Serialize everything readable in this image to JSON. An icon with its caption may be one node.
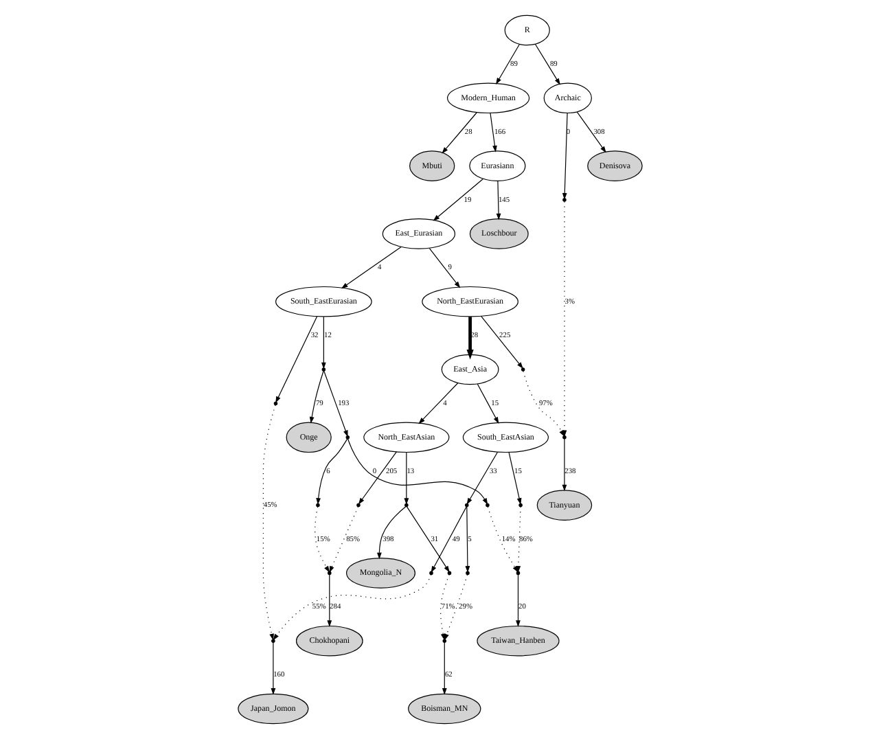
{
  "diagram": {
    "nodes": [
      {
        "text": [
          "R"
        ]
      },
      {
        "text": [
          "Modern_Human"
        ]
      },
      {
        "text": [
          "Archaic"
        ]
      },
      {
        "text": [
          "Mbuti"
        ]
      },
      {
        "text": [
          "Eurasiann"
        ]
      },
      {
        "text": [
          "Denisova"
        ]
      },
      {
        "text": [
          "East_Eurasian"
        ]
      },
      {
        "text": [
          "Loschbour"
        ]
      },
      {
        "text": [],
        "shape": "dot"
      },
      {
        "text": [
          "South_EastEurasian"
        ]
      },
      {
        "text": [
          "North_EastEurasian"
        ]
      },
      {
        "text": [],
        "shape": "dot"
      },
      {
        "text": [
          "East_Asia"
        ]
      },
      {
        "text": [],
        "shape": "dot"
      },
      {
        "text": [],
        "shape": "dot"
      },
      {
        "text": [
          "Onge"
        ]
      },
      {
        "text": [],
        "shape": "dot"
      },
      {
        "text": [
          "North_EastAsian"
        ]
      },
      {
        "text": [
          "South_EastAsian"
        ]
      },
      {
        "text": [],
        "shape": "dot"
      },
      {
        "text": [
          "Tianyuan"
        ]
      },
      {
        "text": [],
        "shape": "dot"
      },
      {
        "text": [],
        "shape": "dot"
      },
      {
        "text": [],
        "shape": "dot"
      },
      {
        "text": [],
        "shape": "dot"
      },
      {
        "text": [],
        "shape": "dot"
      },
      {
        "text": [],
        "shape": "dot"
      },
      {
        "text": [],
        "shape": "dot"
      },
      {
        "text": [
          "Mongolia_N"
        ]
      },
      {
        "text": [],
        "shape": "dot"
      },
      {
        "text": [],
        "shape": "dot"
      },
      {
        "text": [],
        "shape": "dot"
      },
      {
        "text": [],
        "shape": "dot"
      },
      {
        "text": [],
        "shape": "dot"
      },
      {
        "text": [
          "Chokhopani"
        ]
      },
      {
        "text": [],
        "shape": "dot"
      },
      {
        "text": [
          "Taiwan_Hanben"
        ]
      },
      {
        "text": [
          "Japan_Jomon"
        ]
      },
      {
        "text": [
          "Boisman_MN"
        ]
      }
    ],
    "edges": [
      {
        "from": 0,
        "to": 1,
        "arrow": "to",
        "label": "89"
      },
      {
        "from": 0,
        "to": 2,
        "arrow": "to",
        "label": "89"
      },
      {
        "from": 1,
        "to": 3,
        "arrow": "to",
        "label": "28"
      },
      {
        "from": 1,
        "to": 4,
        "arrow": "to",
        "label": "166"
      },
      {
        "from": 2,
        "to": 5,
        "arrow": "to",
        "label": "308"
      },
      {
        "from": 2,
        "to": 8,
        "arrow": "to",
        "label": "0"
      },
      {
        "from": 4,
        "to": 6,
        "arrow": "to",
        "label": "19"
      },
      {
        "from": 4,
        "to": 7,
        "arrow": "to",
        "label": "145"
      },
      {
        "from": 6,
        "to": 9,
        "arrow": "to",
        "label": "4"
      },
      {
        "from": 6,
        "to": 10,
        "arrow": "to",
        "label": "9"
      },
      {
        "from": 8,
        "to": 19,
        "arrow": "to",
        "label": "3%",
        "style": "dashed"
      },
      {
        "from": 9,
        "to": 14,
        "arrow": "to",
        "label": "32"
      },
      {
        "from": 9,
        "to": 11,
        "arrow": "to",
        "label": "12"
      },
      {
        "from": 10,
        "to": 12,
        "arrow": "to",
        "label": "28",
        "style": "thick"
      },
      {
        "from": 10,
        "to": 13,
        "arrow": "to",
        "label": "225"
      },
      {
        "from": 11,
        "to": 15,
        "arrow": "to",
        "label": "79"
      },
      {
        "from": 11,
        "to": 16,
        "arrow": "to",
        "label": "193"
      },
      {
        "from": 12,
        "to": 17,
        "arrow": "to",
        "label": "4"
      },
      {
        "from": 12,
        "to": 18,
        "arrow": "to",
        "label": "15"
      },
      {
        "from": 13,
        "to": 19,
        "arrow": "to",
        "label": "97%",
        "style": "dashed"
      },
      {
        "from": 14,
        "to": 33,
        "arrow": "to",
        "label": "45%",
        "style": "dashed"
      },
      {
        "from": 19,
        "to": 20,
        "arrow": "to",
        "label": "238"
      },
      {
        "from": 16,
        "to": 21,
        "arrow": "to",
        "label": "6"
      },
      {
        "from": 16,
        "to": 25,
        "arrow": "to",
        "label": "0"
      },
      {
        "from": 17,
        "to": 22,
        "arrow": "to",
        "label": "205"
      },
      {
        "from": 17,
        "to": 23,
        "arrow": "to",
        "label": "13"
      },
      {
        "from": 18,
        "to": 24,
        "arrow": "to",
        "label": "33"
      },
      {
        "from": 18,
        "to": 26,
        "arrow": "to",
        "label": "15"
      },
      {
        "from": 21,
        "to": 27,
        "arrow": "to",
        "label": "15%",
        "style": "dashed"
      },
      {
        "from": 22,
        "to": 27,
        "arrow": "to",
        "label": "85%",
        "style": "dashed"
      },
      {
        "from": 23,
        "to": 28,
        "arrow": "to",
        "label": "398"
      },
      {
        "from": 23,
        "to": 30,
        "arrow": "to",
        "label": "31"
      },
      {
        "from": 24,
        "to": 29,
        "arrow": "to",
        "label": "49"
      },
      {
        "from": 24,
        "to": 31,
        "arrow": "to",
        "label": "5"
      },
      {
        "from": 25,
        "to": 32,
        "arrow": "to",
        "label": "14%",
        "style": "dashed"
      },
      {
        "from": 26,
        "to": 32,
        "arrow": "to",
        "label": "86%",
        "style": "dashed"
      },
      {
        "from": 29,
        "to": 33,
        "arrow": "to",
        "label": "55%",
        "style": "dashed"
      },
      {
        "from": 27,
        "to": 34,
        "arrow": "to",
        "label": "284"
      },
      {
        "from": 30,
        "to": 35,
        "arrow": "to",
        "label": "71%",
        "style": "dashed"
      },
      {
        "from": 31,
        "to": 35,
        "arrow": "to",
        "label": "29%",
        "style": "dashed"
      },
      {
        "from": 32,
        "to": 36,
        "arrow": "to",
        "label": "20"
      },
      {
        "from": 33,
        "to": 37,
        "arrow": "to",
        "label": "160"
      },
      {
        "from": 35,
        "to": 38,
        "arrow": "to",
        "label": "62"
      }
    ]
  }
}
